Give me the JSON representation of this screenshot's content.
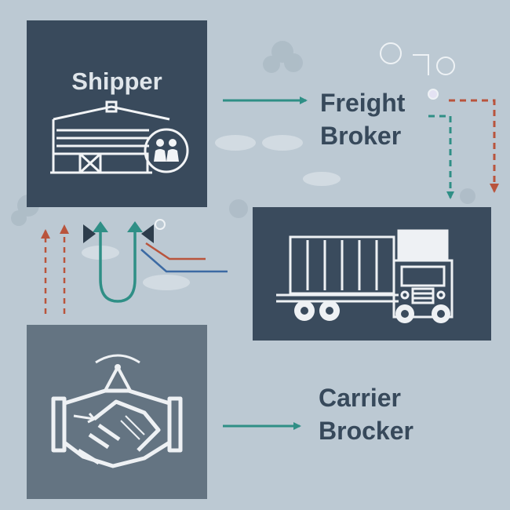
{
  "nodes": {
    "shipper": {
      "label": "Shipper"
    },
    "freight_broker": {
      "line1": "Freight",
      "line2": "Broker"
    },
    "carrier_broker": {
      "line1": "Carrier",
      "line2": "Brocker"
    }
  },
  "icons": {
    "warehouse": "warehouse-icon",
    "people": "people-icon",
    "truck": "truck-icon",
    "handshake": "handshake-icon"
  },
  "colors": {
    "background": "#bcc9d3",
    "panel_dark": "#394a5c",
    "panel_mid": "#647482",
    "teal_arrow": "#2f8f86",
    "red_dashed": "#b9543c",
    "blue_line": "#3c6aa3",
    "text_dark": "#37495b"
  }
}
